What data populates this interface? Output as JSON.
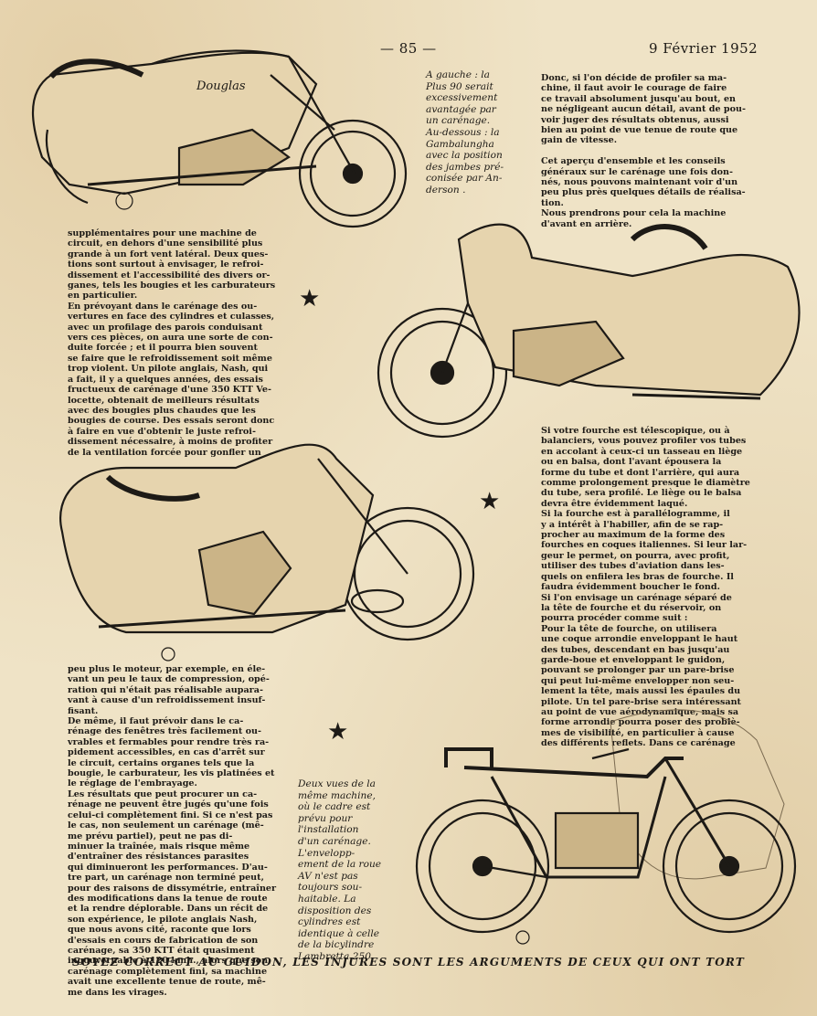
{
  "header": {
    "page_number": "— 85 —",
    "date": "9 Février 1952"
  },
  "caption_top": "A gauche : la\nPlus 90 serait\nexcessivement\navantagée par\nun carénage.\nAu-dessous : la\nGambalungha\navec la position\ndes jambes pré-\nconisée par An-\nderson .",
  "illustration_labels": {
    "brand_douglas": "Douglas"
  },
  "right_col_top": "Donc, si l'on décide de profiler sa ma-\nchine, il faut avoir le courage de faire\nce travail absolument jusqu'au bout, en\nne négligeant aucun détail, avant de pou-\nvoir juger des résultats obtenus, aussi\nbien au point de vue tenue de route que\ngain de vitesse.\n\nCet aperçu d'ensemble et les conseils\ngénéraux sur le carénage une fois don-\nnés, nous pouvons maintenant voir d'un\npeu plus près quelques détails de réalisa-\ntion.\nNous prendrons pour cela la machine\nd'avant en arrière.",
  "left_col_a": "supplémentaires pour une machine de\ncircuit, en dehors d'une sensibilité plus\ngrande à un fort vent latéral. Deux ques-\ntions sont surtout à envisager, le refroi-\ndissement et l'accessibilité des divers or-\nganes, tels les bougies et les carburateurs\nen particulier.\nEn prévoyant dans le carénage des ou-\nvertures en face des cylindres et culasses,\navec un profilage des parois conduisant\nvers ces pièces, on aura une sorte de con-\nduite forcée ; et il pourra bien souvent\nse faire que le refroidissement soit même\ntrop violent. Un pilote anglais, Nash, qui\na fait, il y a quelques années, des essais\nfructueux de carénage d'une 350 KTT Ve-\nlocette, obtenait de meilleurs résultats\navec des bougies plus chaudes que les\nbougies de course. Des essais seront donc\nà faire en vue d'obtenir le juste refroi-\ndissement nécessaire, à moins de profiter\nde la ventilation forcée pour gonfler un",
  "right_col_mid": "Si votre fourche est télescopique, ou à\nbalanciers, vous pouvez profiler vos tubes\nen accolant à ceux-ci un tasseau en liège\nou en balsa, dont l'avant épousera la\nforme du tube et dont l'arrière, qui aura\ncomme prolongement presque le diamètre\ndu tube, sera profilé. Le liège ou le balsa\ndevra être évidemment laqué.\nSi la fourche est à parallélogramme, il\ny a intérêt à l'habiller, afin de se rap-\nprocher au maximum de la forme des\nfourches en coques italiennes. Si leur lar-\ngeur le permet, on pourra, avec profit,\nutiliser des tubes d'aviation dans les-\nquels on enfilera les bras de fourche. Il\nfaudra évidemment boucher le fond.\nSi l'on envisage un carénage séparé de\nla tête de fourche et du réservoir, on\npourra procéder comme suit :\nPour la tête de fourche, on utilisera\nune coque arrondie enveloppant le haut\ndes tubes, descendant en bas jusqu'au\ngarde-boue et enveloppant le guidon,\npouvant se prolonger par un pare-brise\nqui peut lui-même envelopper non seu-\nlement la tête, mais aussi les épaules du\npilote. Un tel pare-brise sera intéressant\nau point de vue aérodynamique, mais sa\nforme arrondie pourra poser des problè-\nmes de visibilité, en particulier à cause\ndes différents reflets. Dans ce carénage",
  "left_col_b": "peu plus le moteur, par exemple, en éle-\nvant un peu le taux de compression, opé-\nration qui n'était pas réalisable aupara-\nvant à cause d'un refroidissement insuf-\nfisant.\nDe même, il faut prévoir dans le ca-\nrénage des fenêtres très facilement ou-\nvrables et fermables pour rendre très ra-\npidement accessibles, en cas d'arrêt sur\nle circuit, certains organes tels que la\nbougie, le carburateur, les vis platinées et\nle réglage de l'embrayage.\nLes résultats que peut procurer un ca-\nrénage ne peuvent être jugés qu'une fois\ncelui-ci complètement fini. Si ce n'est pas\nle cas, non seulement un carénage (mê-\nme prévu partiel), peut ne pas di-\nminuer la traînée, mais risque même\nd'entraîner des résistances parasites\nqui diminueront les performances. D'au-\ntre part, un carénage non terminé peut,\npour des raisons de dissymétrie, entraîner\ndes modifications dans la tenue de route\net la rendre déplorable. Dans un récit de\nson expérience, le pilote anglais Nash,\nque nous avons cité, raconte que lors\nd'essais en cours de fabrication de son\ncarénage, sa 350 KTT était quasiment\ningouvernable à 120 kmh., alors que son\ncarénage complètement fini, sa machine\navait une excellente tenue de route, mê-\nme dans les virages.",
  "caption_bottom": "Deux vues de la\nmême machine,\noù le cadre est\nprévu pour\nl'installation\nd'un carénage.\nL'envelopp-\nement de la roue\nAV n'est pas\ntoujours sou-\nhaitable. La\ndisposition des\ncylindres est\nidentique à celle\nde la bicylindre\nLambretta 250.",
  "footer": "SOYEZ CORRECT AU GUIDON, LES INJURES SONT LES ARGUMENTS DE CEUX QUI ONT TORT",
  "colors": {
    "paper": "#efe3c6",
    "ink": "#1d1a16"
  }
}
